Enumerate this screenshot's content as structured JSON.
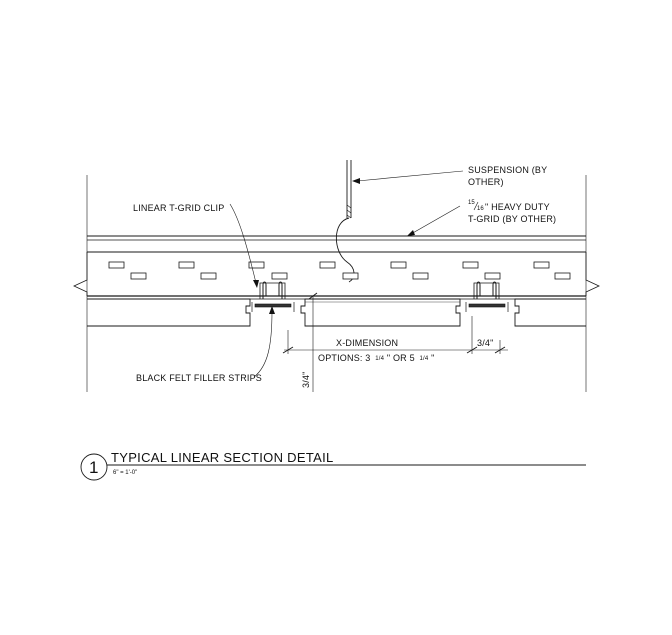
{
  "labels": {
    "suspension_line1": "SUSPENSION (BY",
    "suspension_line2": "OTHER)",
    "tgrid_fraction_num": "15",
    "tgrid_fraction_den": "16",
    "tgrid_line1_rest": "\" HEAVY DUTY",
    "tgrid_line2": "T-GRID (BY OTHER)",
    "clip": "LINEAR T-GRID CLIP",
    "felt": "BLACK FELT FILLER STRIPS",
    "x_dimension": "X-DIMENSION",
    "options_prefix": "OPTIONS: 3",
    "options_frac1": "1/4",
    "options_mid": "\" OR 5",
    "options_frac2": "1/4",
    "options_suffix": "\"",
    "dim_right": "3/4\"",
    "dim_vertical": "3/4\""
  },
  "title_block": {
    "number": "1",
    "title": "TYPICAL LINEAR SECTION DETAIL",
    "scale": "6\" = 1'-0\""
  }
}
